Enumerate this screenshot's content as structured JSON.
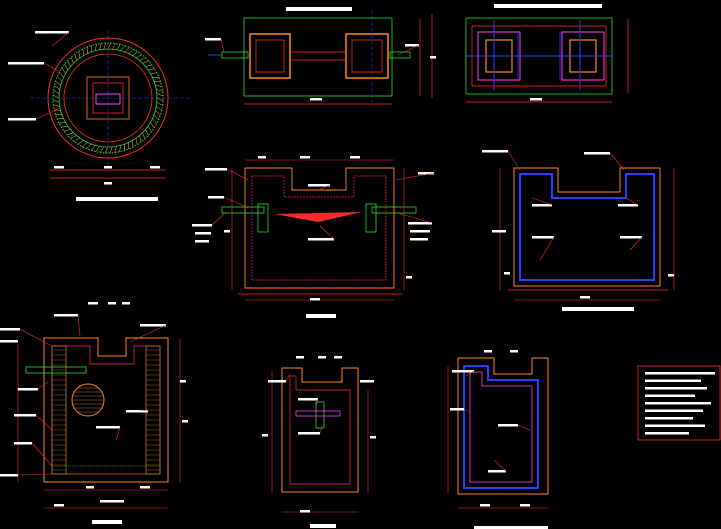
{
  "app": {
    "background": "#000000"
  },
  "palette": {
    "red": "#ff2a2a",
    "white": "#ffffff",
    "blue": "#2b3bff",
    "magenta": "#ff40ff",
    "green": "#22e022",
    "orange": "#ff8a1e",
    "yellow": "#ffd21e",
    "brown": "#c0752a",
    "cyan": "#20d0ff"
  },
  "drawing": {
    "views": [
      {
        "id": "circular-plan",
        "title": ""
      },
      {
        "id": "top-plan-a",
        "title": ""
      },
      {
        "id": "top-plan-b",
        "title": ""
      },
      {
        "id": "longitudinal-section",
        "title": ""
      },
      {
        "id": "cross-section-right",
        "title": ""
      },
      {
        "id": "section-detail-left",
        "title": ""
      },
      {
        "id": "small-section-center",
        "title": ""
      },
      {
        "id": "small-section-right",
        "title": ""
      }
    ],
    "notes_box": {
      "lines": [
        "",
        "",
        "",
        "",
        "",
        "",
        "",
        "",
        ""
      ]
    }
  }
}
